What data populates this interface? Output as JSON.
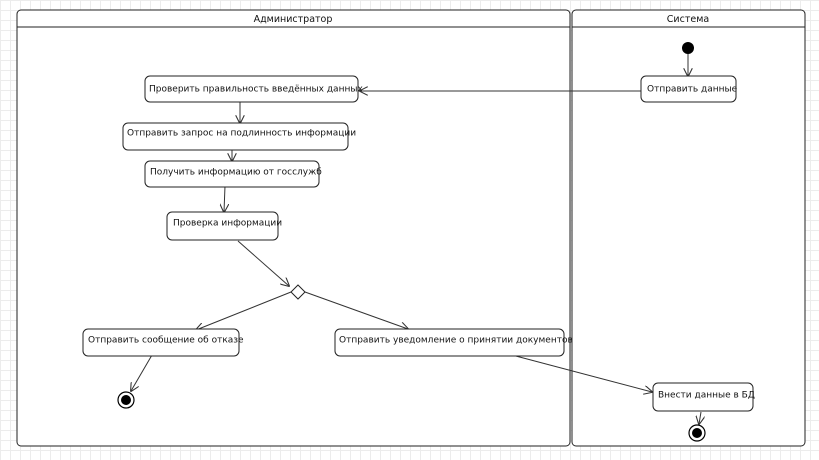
{
  "lanes": {
    "admin": "Администратор",
    "system": "Система"
  },
  "nodes": {
    "check_input": "Проверить правильность введённых данных",
    "send_request": "Отправить запрос на подлинность информации",
    "get_info": "Получить информацию от госслужб",
    "verify_info": "Проверка информации",
    "send_refusal": "Отправить сообщение об отказе",
    "send_acceptance": "Отправить уведомление о принятии документов",
    "send_data": "Отправить данные",
    "store_db": "Внести данные в БД"
  },
  "colors": {
    "line": "#333333",
    "node_fill": "#ffffff",
    "node_stroke": "#222222",
    "grid": "#ececec"
  }
}
